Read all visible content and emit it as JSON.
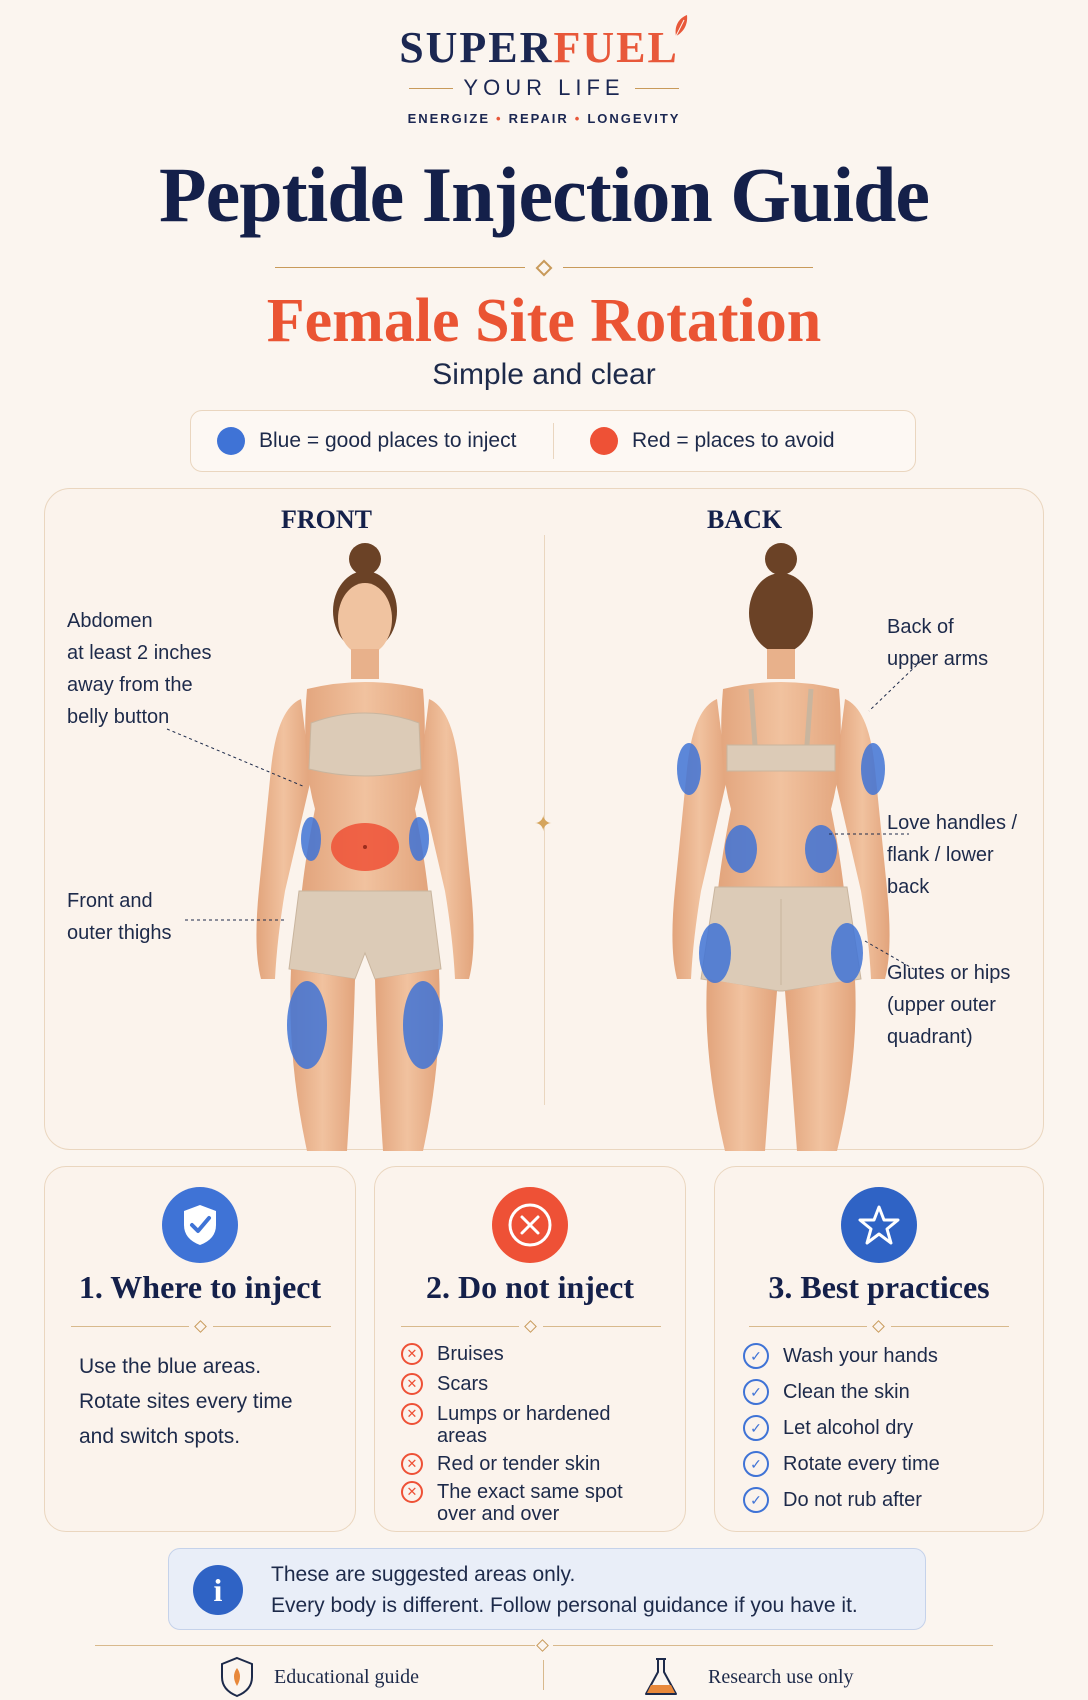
{
  "brand": {
    "name_part1": "SUPER",
    "name_part2": "FUEL",
    "tagline": "YOUR LIFE",
    "pillar1": "ENERGIZE",
    "pillar2": "REPAIR",
    "pillar3": "LONGEVITY"
  },
  "header": {
    "title": "Peptide Injection Guide",
    "subtitle": "Female Site Rotation",
    "tagline": "Simple and clear"
  },
  "legend": {
    "good": "Blue = good places to inject",
    "avoid": "Red = places to avoid",
    "good_color": "#3f73d6",
    "avoid_color": "#ee5136"
  },
  "diagram": {
    "front_title": "FRONT",
    "back_title": "BACK",
    "front_labels": {
      "abdomen": [
        "Abdomen",
        "at least 2 inches",
        "away from the",
        "belly button"
      ],
      "thighs": [
        "Front and",
        "outer thighs"
      ]
    },
    "back_labels": {
      "arms": [
        "Back of",
        "upper arms"
      ],
      "flank": [
        "Love handles /",
        "flank / lower",
        "back"
      ],
      "glutes": [
        "Glutes or hips",
        "(upper outer",
        "quadrant)"
      ]
    }
  },
  "cards": {
    "where": {
      "icon": "shield-check-icon",
      "title": "1. Where to inject",
      "lines": [
        "Use the blue areas.",
        "Rotate sites every time",
        "and switch spots."
      ]
    },
    "avoid": {
      "icon": "x-circle-icon",
      "title": "2. Do not inject",
      "items": [
        [
          "Bruises"
        ],
        [
          "Scars"
        ],
        [
          "Lumps or hardened",
          "areas"
        ],
        [
          "Red or tender skin"
        ],
        [
          "The exact same spot",
          "over and over"
        ]
      ]
    },
    "practices": {
      "icon": "star-icon",
      "title": "3. Best practices",
      "items": [
        "Wash your hands",
        "Clean the skin",
        "Let alcohol dry",
        "Rotate every time",
        "Do not rub after"
      ]
    }
  },
  "note": {
    "line1": "These are suggested areas only.",
    "line2": "Every body is different. Follow personal guidance if you have it."
  },
  "footer": {
    "left": "Educational guide",
    "right": "Research use only"
  }
}
